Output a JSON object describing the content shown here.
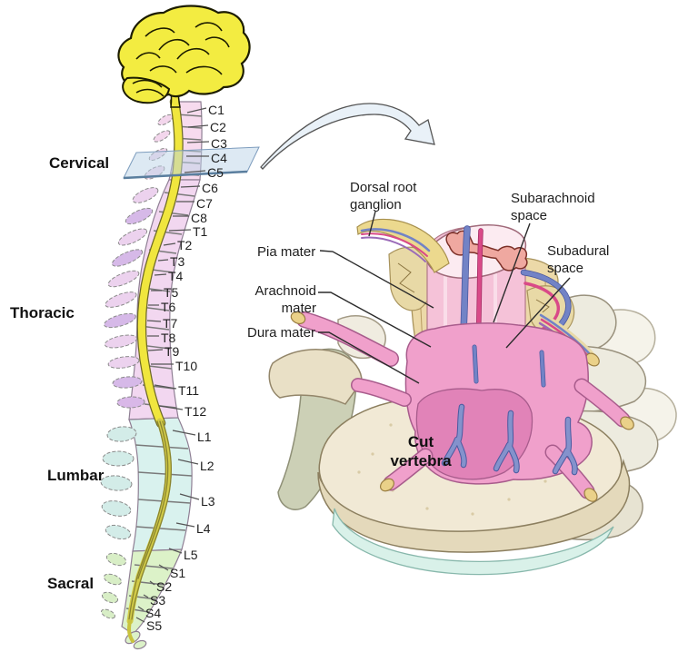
{
  "spine": {
    "regions": [
      {
        "label": "Cervical"
      },
      {
        "label": "Thoracic"
      },
      {
        "label": "Lumbar"
      },
      {
        "label": "Sacral"
      }
    ],
    "vertebrae": {
      "cervical": [
        "C1",
        "C2",
        "C3",
        "C4",
        "C5",
        "C6",
        "C7",
        "C8"
      ],
      "thoracic": [
        "T1",
        "T2",
        "T3",
        "T4",
        "T5",
        "T6",
        "T7",
        "T8",
        "T9",
        "T10",
        "T11",
        "T12"
      ],
      "lumbar": [
        "L1",
        "L2",
        "L3",
        "L4",
        "L5"
      ],
      "sacral": [
        "S1",
        "S2",
        "S3",
        "S4",
        "S5"
      ]
    }
  },
  "detail": {
    "labels": {
      "dorsal_root_ganglion": "Dorsal root\nganglion",
      "pia_mater": "Pia mater",
      "arachnoid_mater": "Arachnoid\nmater",
      "dura_mater": "Dura mater",
      "subarachnoid_space": "Subarachnoid\nspace",
      "subadural_space": "Subadural\nspace",
      "cut_vertebra": "Cut\nvertebra"
    }
  },
  "colors": {
    "brain": "#f3ec41",
    "spinal_cord": "#f0e63e",
    "cervical_region": "#f7dbee",
    "thoracic_region": "#f2d7f0",
    "lumbar_region": "#d9f2ee",
    "sacral_region": "#dcf2c8",
    "cut_plane": "#bcd4e8",
    "arrow": "#e9f1f8",
    "dura": "#f0a0cb",
    "bone": "#f1e9d5",
    "arachnoid_tan": "#ecd9a8",
    "gray_matter": "#efa8a0",
    "vessel_blue": "#7283c6",
    "vessel_red": "#d94a88"
  }
}
